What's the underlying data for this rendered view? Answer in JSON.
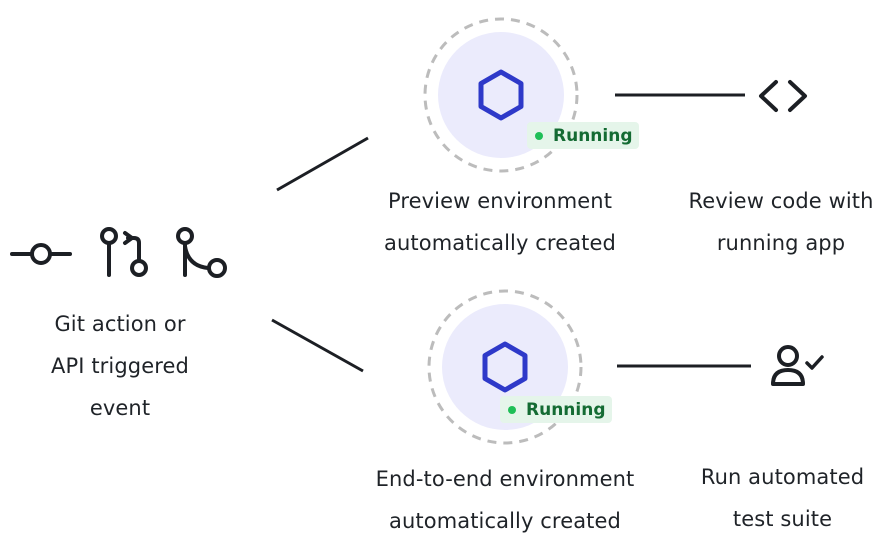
{
  "trigger": {
    "lines": [
      "Git action or",
      "API triggered",
      "event"
    ],
    "icons": [
      "git-commit-icon",
      "git-pull-request-icon",
      "git-merge-icon"
    ]
  },
  "preview": {
    "badge": "Running",
    "lines": [
      "Preview environment",
      "automatically created"
    ],
    "icon": "hexagon-icon"
  },
  "review": {
    "lines": [
      "Review code with",
      "running app"
    ],
    "icon": "code-brackets-icon"
  },
  "e2e": {
    "badge": "Running",
    "lines": [
      "End-to-end environment",
      "automatically created"
    ],
    "icon": "hexagon-icon"
  },
  "tests": {
    "lines": [
      "Run automated",
      "test suite"
    ],
    "icon": "user-check-icon"
  },
  "colors": {
    "hexagon": "#2e39c9",
    "circle_fill": "#ebebfc",
    "badge_bg": "#e5f5ea",
    "badge_dot": "#1fbf57",
    "badge_text": "#146b33"
  }
}
